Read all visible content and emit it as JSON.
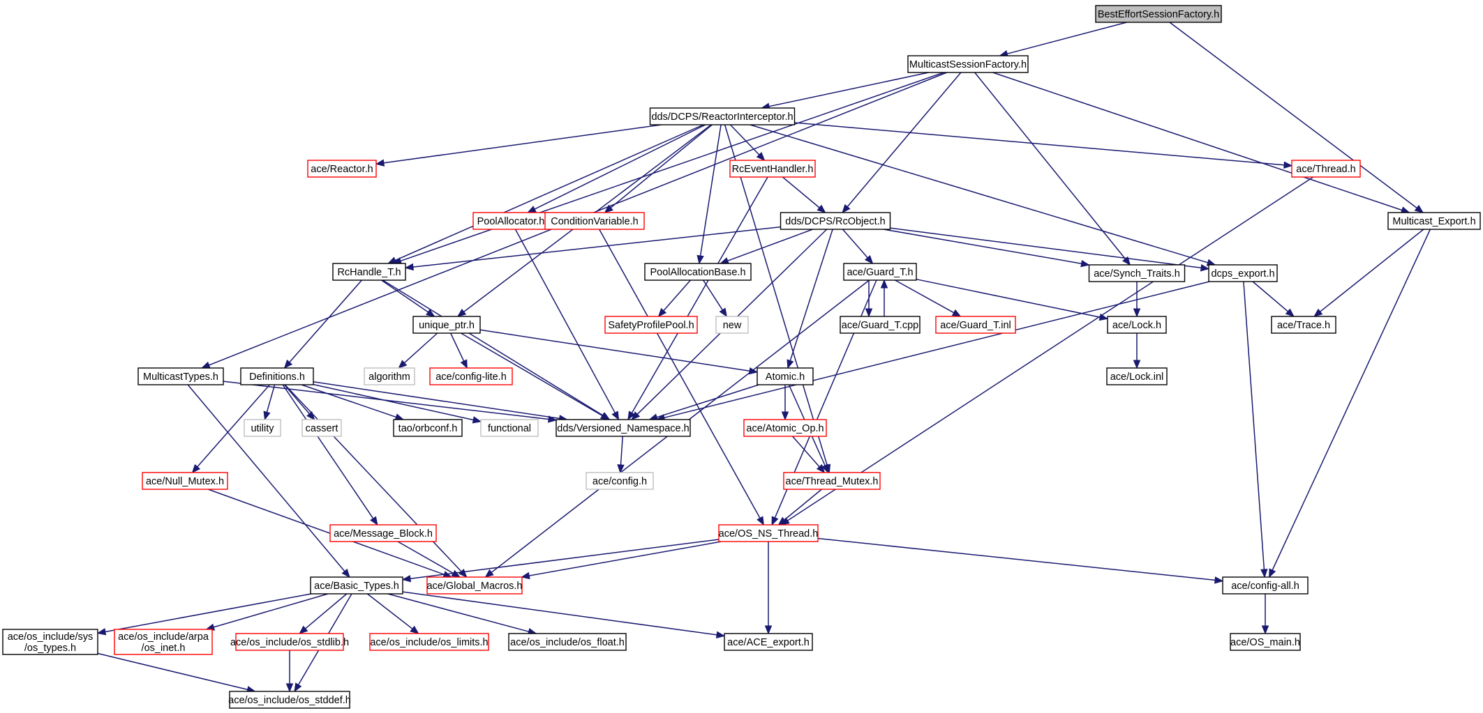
{
  "graph": {
    "colors": {
      "edge": "#191970",
      "default_border": "#000000",
      "truncated_border": "#ff0000",
      "system_border": "#bfbfbf",
      "root_fill": "#bfbfbf",
      "system_text": "#7f7f7f"
    },
    "nodes": [
      {
        "id": "BestEffortSessionFactory",
        "label": "BestEffortSessionFactory.h",
        "style": "root"
      },
      {
        "id": "MulticastSessionFactory",
        "label": "MulticastSessionFactory.h",
        "style": "normal"
      },
      {
        "id": "ReactorInterceptor",
        "label": "dds/DCPS/ReactorInterceptor.h",
        "style": "normal"
      },
      {
        "id": "Reactor",
        "label": "ace/Reactor.h",
        "style": "truncated"
      },
      {
        "id": "RcEventHandler",
        "label": "RcEventHandler.h",
        "style": "truncated"
      },
      {
        "id": "Thread",
        "label": "ace/Thread.h",
        "style": "truncated"
      },
      {
        "id": "PoolAllocator",
        "label": "PoolAllocator.h",
        "style": "truncated"
      },
      {
        "id": "ConditionVariable",
        "label": "ConditionVariable.h",
        "style": "truncated"
      },
      {
        "id": "RcObject",
        "label": "dds/DCPS/RcObject.h",
        "style": "normal"
      },
      {
        "id": "MulticastExport",
        "label": "Multicast_Export.h",
        "style": "normal"
      },
      {
        "id": "RcHandleT",
        "label": "RcHandle_T.h",
        "style": "normal"
      },
      {
        "id": "PoolAllocationBase",
        "label": "PoolAllocationBase.h",
        "style": "normal"
      },
      {
        "id": "GuardT",
        "label": "ace/Guard_T.h",
        "style": "normal"
      },
      {
        "id": "SynchTraits",
        "label": "ace/Synch_Traits.h",
        "style": "normal"
      },
      {
        "id": "dcpsExport",
        "label": "dcps_export.h",
        "style": "normal"
      },
      {
        "id": "SafetyProfilePool",
        "label": "SafetyProfilePool.h",
        "style": "truncated"
      },
      {
        "id": "new",
        "label": "new",
        "style": "system"
      },
      {
        "id": "GuardTcpp",
        "label": "ace/Guard_T.cpp",
        "style": "normal"
      },
      {
        "id": "GuardTinl",
        "label": "ace/Guard_T.inl",
        "style": "truncated"
      },
      {
        "id": "LockH",
        "label": "ace/Lock.h",
        "style": "normal"
      },
      {
        "id": "TraceH",
        "label": "ace/Trace.h",
        "style": "normal"
      },
      {
        "id": "uniquePtr",
        "label": "unique_ptr.h",
        "style": "normal"
      },
      {
        "id": "algorithm",
        "label": "algorithm",
        "style": "system"
      },
      {
        "id": "configLite",
        "label": "ace/config-lite.h",
        "style": "truncated"
      },
      {
        "id": "LockInl",
        "label": "ace/Lock.inl",
        "style": "normal"
      },
      {
        "id": "MulticastTypes",
        "label": "MulticastTypes.h",
        "style": "normal"
      },
      {
        "id": "Definitions",
        "label": "Definitions.h",
        "style": "normal"
      },
      {
        "id": "Atomic",
        "label": "Atomic.h",
        "style": "normal"
      },
      {
        "id": "utility",
        "label": "utility",
        "style": "system"
      },
      {
        "id": "cassert",
        "label": "cassert",
        "style": "system"
      },
      {
        "id": "orbconf",
        "label": "tao/orbconf.h",
        "style": "normal"
      },
      {
        "id": "functional",
        "label": "functional",
        "style": "system"
      },
      {
        "id": "VersionedNamespace",
        "label": "dds/Versioned_Namespace.h",
        "style": "normal"
      },
      {
        "id": "AtomicOp",
        "label": "ace/Atomic_Op.h",
        "style": "truncated"
      },
      {
        "id": "NullMutex",
        "label": "ace/Null_Mutex.h",
        "style": "truncated"
      },
      {
        "id": "aceConfig",
        "label": "ace/config.h",
        "style": "system"
      },
      {
        "id": "ThreadMutex",
        "label": "ace/Thread_Mutex.h",
        "style": "truncated"
      },
      {
        "id": "MessageBlock",
        "label": "ace/Message_Block.h",
        "style": "truncated"
      },
      {
        "id": "OSNSThread",
        "label": "ace/OS_NS_Thread.h",
        "style": "truncated"
      },
      {
        "id": "BasicTypes",
        "label": "ace/Basic_Types.h",
        "style": "normal"
      },
      {
        "id": "GlobalMacros",
        "label": "ace/Global_Macros.h",
        "style": "truncated"
      },
      {
        "id": "configAll",
        "label": "ace/config-all.h",
        "style": "normal"
      },
      {
        "id": "osTypes",
        "label": "ace/os_include/sys\n/os_types.h",
        "style": "normal"
      },
      {
        "id": "osInet",
        "label": "ace/os_include/arpa\n/os_inet.h",
        "style": "truncated"
      },
      {
        "id": "osStdlib",
        "label": "ace/os_include/os_stdlib.h",
        "style": "truncated"
      },
      {
        "id": "osLimits",
        "label": "ace/os_include/os_limits.h",
        "style": "truncated"
      },
      {
        "id": "osFloat",
        "label": "ace/os_include/os_float.h",
        "style": "normal"
      },
      {
        "id": "ACEexport",
        "label": "ace/ACE_export.h",
        "style": "normal"
      },
      {
        "id": "OSmain",
        "label": "ace/OS_main.h",
        "style": "normal"
      },
      {
        "id": "osStddef",
        "label": "ace/os_include/os_stddef.h",
        "style": "normal"
      }
    ],
    "edges": [
      [
        "BestEffortSessionFactory",
        "MulticastSessionFactory"
      ],
      [
        "BestEffortSessionFactory",
        "MulticastExport"
      ],
      [
        "MulticastSessionFactory",
        "ReactorInterceptor"
      ],
      [
        "MulticastSessionFactory",
        "RcObject"
      ],
      [
        "MulticastSessionFactory",
        "SynchTraits"
      ],
      [
        "MulticastSessionFactory",
        "MulticastExport"
      ],
      [
        "MulticastSessionFactory",
        "RcHandleT"
      ],
      [
        "MulticastSessionFactory",
        "MulticastTypes"
      ],
      [
        "ReactorInterceptor",
        "Reactor"
      ],
      [
        "ReactorInterceptor",
        "RcEventHandler"
      ],
      [
        "ReactorInterceptor",
        "Thread"
      ],
      [
        "ReactorInterceptor",
        "PoolAllocator"
      ],
      [
        "ReactorInterceptor",
        "ConditionVariable"
      ],
      [
        "ReactorInterceptor",
        "PoolAllocationBase"
      ],
      [
        "ReactorInterceptor",
        "RcHandleT"
      ],
      [
        "ReactorInterceptor",
        "uniquePtr"
      ],
      [
        "ReactorInterceptor",
        "dcpsExport"
      ],
      [
        "ReactorInterceptor",
        "ThreadMutex"
      ],
      [
        "RcEventHandler",
        "RcObject"
      ],
      [
        "RcEventHandler",
        "VersionedNamespace"
      ],
      [
        "Thread",
        "OSNSThread"
      ],
      [
        "PoolAllocator",
        "VersionedNamespace"
      ],
      [
        "ConditionVariable",
        "OSNSThread"
      ],
      [
        "RcObject",
        "RcHandleT"
      ],
      [
        "RcObject",
        "PoolAllocationBase"
      ],
      [
        "RcObject",
        "GuardT"
      ],
      [
        "RcObject",
        "SynchTraits"
      ],
      [
        "RcObject",
        "dcpsExport"
      ],
      [
        "RcObject",
        "VersionedNamespace"
      ],
      [
        "RcObject",
        "Atomic"
      ],
      [
        "MulticastExport",
        "TraceH"
      ],
      [
        "MulticastExport",
        "configAll"
      ],
      [
        "RcHandleT",
        "uniquePtr"
      ],
      [
        "RcHandleT",
        "Definitions"
      ],
      [
        "RcHandleT",
        "VersionedNamespace"
      ],
      [
        "PoolAllocationBase",
        "SafetyProfilePool"
      ],
      [
        "PoolAllocationBase",
        "new"
      ],
      [
        "GuardT",
        "GuardTcpp"
      ],
      [
        "GuardTcpp",
        "GuardT"
      ],
      [
        "GuardT",
        "GuardTinl"
      ],
      [
        "GuardT",
        "LockH"
      ],
      [
        "GuardT",
        "GlobalMacros"
      ],
      [
        "GuardT",
        "OSNSThread"
      ],
      [
        "SynchTraits",
        "LockH"
      ],
      [
        "dcpsExport",
        "TraceH"
      ],
      [
        "dcpsExport",
        "VersionedNamespace"
      ],
      [
        "dcpsExport",
        "configAll"
      ],
      [
        "LockH",
        "LockInl"
      ],
      [
        "uniquePtr",
        "algorithm"
      ],
      [
        "uniquePtr",
        "configLite"
      ],
      [
        "uniquePtr",
        "VersionedNamespace"
      ],
      [
        "uniquePtr",
        "Atomic"
      ],
      [
        "MulticastTypes",
        "VersionedNamespace"
      ],
      [
        "MulticastTypes",
        "BasicTypes"
      ],
      [
        "Definitions",
        "utility"
      ],
      [
        "Definitions",
        "cassert"
      ],
      [
        "Definitions",
        "orbconf"
      ],
      [
        "Definitions",
        "functional"
      ],
      [
        "Definitions",
        "VersionedNamespace"
      ],
      [
        "Definitions",
        "NullMutex"
      ],
      [
        "Definitions",
        "MessageBlock"
      ],
      [
        "Definitions",
        "GlobalMacros"
      ],
      [
        "Atomic",
        "VersionedNamespace"
      ],
      [
        "Atomic",
        "AtomicOp"
      ],
      [
        "Atomic",
        "ThreadMutex"
      ],
      [
        "VersionedNamespace",
        "aceConfig"
      ],
      [
        "AtomicOp",
        "ThreadMutex"
      ],
      [
        "ThreadMutex",
        "OSNSThread"
      ],
      [
        "NullMutex",
        "GlobalMacros"
      ],
      [
        "MessageBlock",
        "GlobalMacros"
      ],
      [
        "OSNSThread",
        "BasicTypes"
      ],
      [
        "OSNSThread",
        "GlobalMacros"
      ],
      [
        "OSNSThread",
        "ACEexport"
      ],
      [
        "OSNSThread",
        "configAll"
      ],
      [
        "BasicTypes",
        "osTypes"
      ],
      [
        "BasicTypes",
        "osInet"
      ],
      [
        "BasicTypes",
        "osStdlib"
      ],
      [
        "BasicTypes",
        "osLimits"
      ],
      [
        "BasicTypes",
        "osFloat"
      ],
      [
        "BasicTypes",
        "ACEexport"
      ],
      [
        "BasicTypes",
        "osStddef"
      ],
      [
        "osTypes",
        "osStddef"
      ],
      [
        "osStdlib",
        "osStddef"
      ],
      [
        "configAll",
        "OSmain"
      ]
    ]
  }
}
